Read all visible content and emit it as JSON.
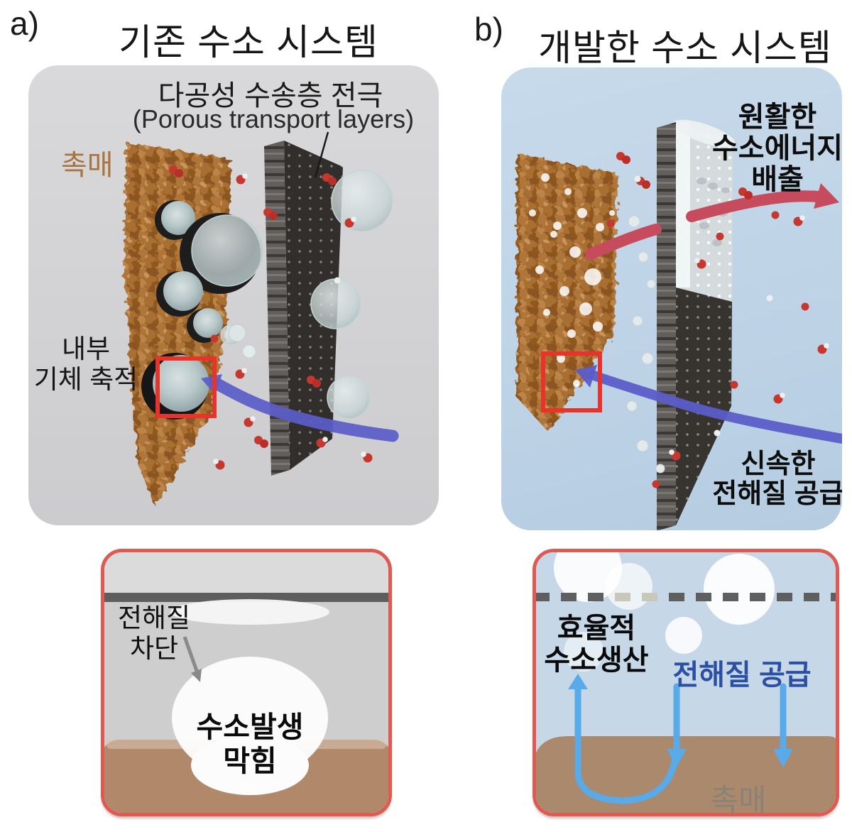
{
  "figure": {
    "panels": {
      "a": {
        "tag": "a)",
        "title": "기존 수소 시스템",
        "electrode_label_ko": "다공성 수송층 전극",
        "electrode_label_en": "(Porous transport layers)",
        "catalyst_label": "촉매",
        "gas_label_line1": "내부",
        "gas_label_line2": "기체 축적",
        "inset": {
          "block_label_line1": "전해질",
          "block_label_line2": "차단",
          "blocked_label_line1": "수소발생",
          "blocked_label_line2": "막힘"
        }
      },
      "b": {
        "tag": "b)",
        "title": "개발한 수소 시스템",
        "h2_release_line1": "원활한",
        "h2_release_line2": "수소에너지",
        "h2_release_line3": "배출",
        "supply_line1": "신속한",
        "supply_line2": "전해질 공급",
        "inset": {
          "efficient_line1": "효율적",
          "efficient_line2": "수소생산",
          "supply_label": "전해질 공급",
          "catalyst_label": "촉매"
        }
      }
    },
    "colors": {
      "panel_a_bg": "#d3d3d5",
      "panel_b_bg": "#c0d3e5",
      "catalyst_brown": "#a8743f",
      "highlight_red": "#e8332a",
      "inset_border_red": "#dd5b52",
      "electrolyte_arrow_blue": "#5b5dc7",
      "hydrogen_arrow_red": "#c64b5c",
      "supply_arrow_lightblue": "#58aae8",
      "supply_text_blue": "#2b4fa3",
      "inset_catalyst_text_gray": "#8b8275"
    }
  }
}
